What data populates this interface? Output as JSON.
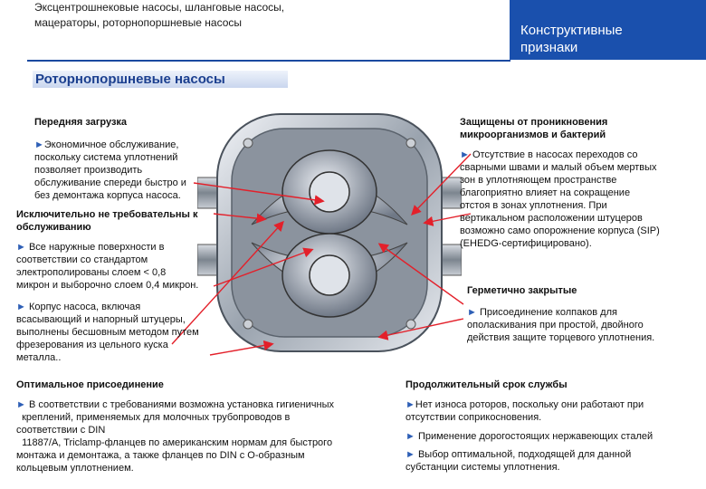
{
  "header": {
    "line1": "Эксцентрошнековые насосы, шланговые насосы,",
    "line2": "мацераторы, роторнопоршневые насосы",
    "badge_line1": "Конструктивные",
    "badge_line2": "признаки"
  },
  "title": "Роторнопоршневые насосы",
  "left": {
    "front_heading": "Передняя загрузка",
    "front_lines": [
      "Экономичное обслуживание,",
      "поскольку  система уплотнений",
      "позволяет производить",
      "обслуживание спереди быстро и",
      "без демонтажа корпуса насоса."
    ],
    "maint_heading_1": "Исключительно не требовательны к",
    "maint_heading_2": "обслуживанию",
    "surf_lines": [
      "Все наружные поверхности в",
      "соответствии со стандартом",
      "электрополированы слоем < 0,8",
      "микрон и выборочно слоем 0,4 микрон."
    ],
    "body_lines": [
      "Корпус насоса, включая",
      "всасывающий и напорный штуцеры,",
      "выполнены бесшовным методом путем",
      "фрезерования из цельного куска",
      "металла.."
    ]
  },
  "right": {
    "prot_heading_1": "Защищены от проникновения",
    "prot_heading_2": "микроорганизмов и бактерий",
    "prot_lines": [
      "Отсутствие в насосах переходов со",
      "сварными швами и малый объем мертвых",
      "зон в уплотняющем пространстве",
      "благоприятно влияет на сокращение",
      "отстоя в зонах уплотнения. При",
      "вертикальном расположении штуцеров",
      "возможно само опорожнение корпуса (SIP)",
      "(EHEDG-сертифицировано)."
    ],
    "sealed_heading": "Герметично закрытые",
    "sealed_lines": [
      "Присоединение колпаков для",
      "ополаскивания при простой, двойного",
      "действия защите торцевого уплотнения."
    ]
  },
  "bottom_left": {
    "heading": "Оптимальное присоединение",
    "lines": [
      "В соответствии с требованиями возможна установка гигиеничных",
      "  креплений, применяемых для молочных трубопроводов в",
      "соответствии с DIN",
      "  11887/A, Triclamp-фланцев по американским нормам для быстрого",
      "монтажа и демонтажа, а также фланцев по DIN с O-образным",
      "кольцевым уплотнением."
    ]
  },
  "bottom_right": {
    "heading": "Продолжительный срок службы",
    "item1_lines": [
      "Нет износа роторов, поскольку они работают при",
      "отсутствии соприкосновения."
    ],
    "item2": "Применение дорогостоящих нержавеющих сталей",
    "item3_lines": [
      "Выбор оптимальной, подходящей для данной",
      "субстанции системы уплотнения."
    ]
  },
  "bullet_glyph": "►",
  "colors": {
    "accent_blue": "#1a50ad",
    "arrow_red": "#e3202a",
    "title_blue": "#1b3f8f"
  }
}
